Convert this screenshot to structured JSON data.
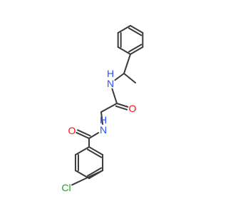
{
  "molecule": {
    "atoms": [
      {
        "id": "ph_c1",
        "element": "C",
        "label": ""
      },
      {
        "id": "ph_c2",
        "element": "C",
        "label": ""
      },
      {
        "id": "ph_c3",
        "element": "C",
        "label": ""
      },
      {
        "id": "ph_c4",
        "element": "C",
        "label": ""
      },
      {
        "id": "ph_c5",
        "element": "C",
        "label": ""
      },
      {
        "id": "ph_c6",
        "element": "C",
        "label": ""
      },
      {
        "id": "ch",
        "element": "C",
        "label": ""
      },
      {
        "id": "ch3",
        "element": "C",
        "label": ""
      },
      {
        "id": "n1",
        "element": "N",
        "label": "N",
        "hydrogen": "H"
      },
      {
        "id": "amide1_c",
        "element": "C",
        "label": ""
      },
      {
        "id": "o1",
        "element": "O",
        "label": "O"
      },
      {
        "id": "ch2",
        "element": "C",
        "label": ""
      },
      {
        "id": "n2",
        "element": "N",
        "label": "N",
        "hydrogen": "H"
      },
      {
        "id": "amide2_c",
        "element": "C",
        "label": ""
      },
      {
        "id": "o2",
        "element": "O",
        "label": "O"
      },
      {
        "id": "ar_c1",
        "element": "C",
        "label": ""
      },
      {
        "id": "ar_c2",
        "element": "C",
        "label": ""
      },
      {
        "id": "ar_c3",
        "element": "C",
        "label": ""
      },
      {
        "id": "ar_c4",
        "element": "C",
        "label": ""
      },
      {
        "id": "ar_c5",
        "element": "C",
        "label": ""
      },
      {
        "id": "ar_c6",
        "element": "C",
        "label": ""
      },
      {
        "id": "cl",
        "element": "Cl",
        "label": "Cl"
      }
    ],
    "bonds": [
      {
        "a": "ph_c1",
        "b": "ph_c2",
        "order": 2
      },
      {
        "a": "ph_c2",
        "b": "ph_c3",
        "order": 1
      },
      {
        "a": "ph_c3",
        "b": "ph_c4",
        "order": 2
      },
      {
        "a": "ph_c4",
        "b": "ph_c5",
        "order": 1
      },
      {
        "a": "ph_c5",
        "b": "ph_c6",
        "order": 2
      },
      {
        "a": "ph_c6",
        "b": "ph_c1",
        "order": 1
      },
      {
        "a": "ph_c4",
        "b": "ch",
        "order": 1
      },
      {
        "a": "ch",
        "b": "ch3",
        "order": 1
      },
      {
        "a": "ch",
        "b": "n1",
        "order": 1
      },
      {
        "a": "n1",
        "b": "amide1_c",
        "order": 1
      },
      {
        "a": "amide1_c",
        "b": "o1",
        "order": 2
      },
      {
        "a": "amide1_c",
        "b": "ch2",
        "order": 1
      },
      {
        "a": "ch2",
        "b": "n2",
        "order": 1
      },
      {
        "a": "n2",
        "b": "amide2_c",
        "order": 1
      },
      {
        "a": "amide2_c",
        "b": "o2",
        "order": 2
      },
      {
        "a": "amide2_c",
        "b": "ar_c1",
        "order": 1
      },
      {
        "a": "ar_c1",
        "b": "ar_c2",
        "order": 2
      },
      {
        "a": "ar_c2",
        "b": "ar_c3",
        "order": 1
      },
      {
        "a": "ar_c3",
        "b": "ar_c4",
        "order": 2
      },
      {
        "a": "ar_c4",
        "b": "ar_c5",
        "order": 1
      },
      {
        "a": "ar_c5",
        "b": "ar_c6",
        "order": 2
      },
      {
        "a": "ar_c6",
        "b": "ar_c1",
        "order": 1
      },
      {
        "a": "ar_c3",
        "b": "cl",
        "order": 1
      }
    ]
  },
  "colors": {
    "bond": "#3a3a3a",
    "nitrogen": "#3050f8",
    "oxygen": "#ff0d0d",
    "chlorine": "#1fa01f",
    "background": "#ffffff"
  }
}
